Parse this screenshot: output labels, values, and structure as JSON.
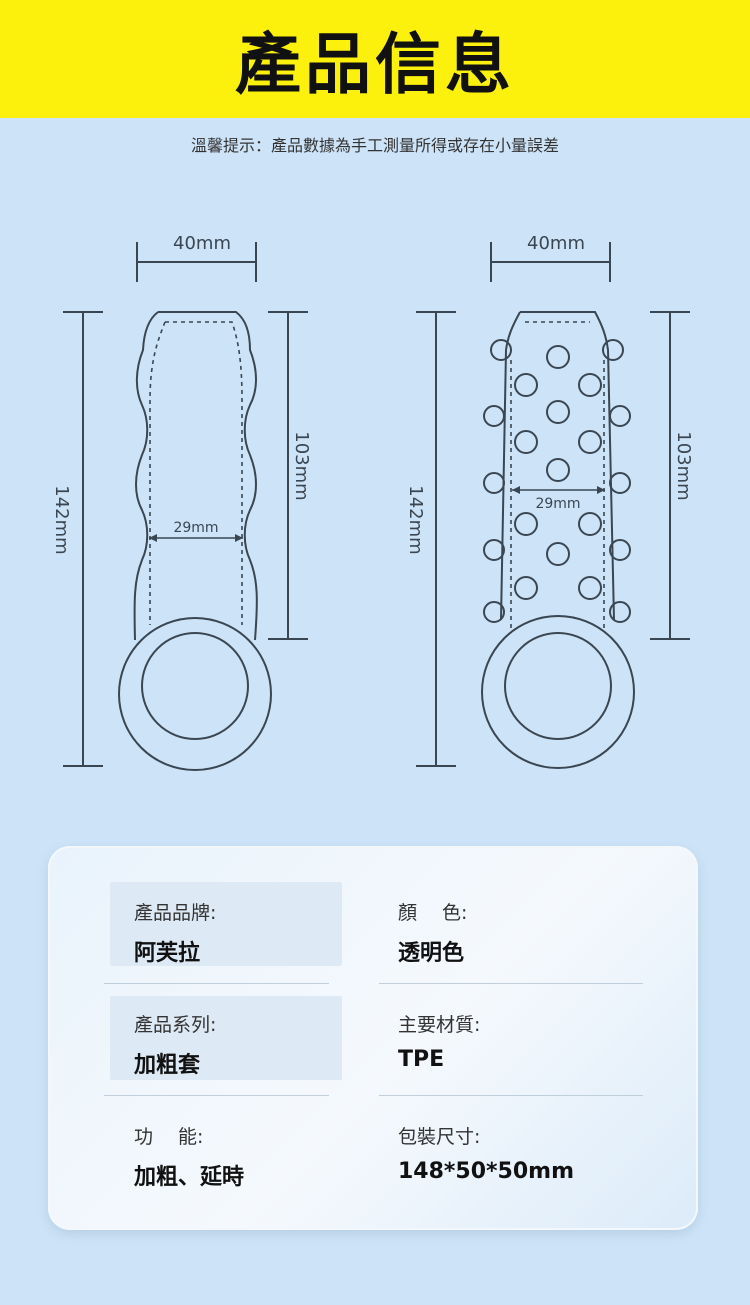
{
  "header": {
    "title": "產品信息"
  },
  "note": "溫馨提示：產品數據為手工測量所得或存在小量誤差",
  "diagram": {
    "left": {
      "width": "40mm",
      "length": "142mm",
      "inner": "103mm",
      "diameter": "29mm"
    },
    "right": {
      "width": "40mm",
      "length": "142mm",
      "inner": "103mm",
      "diameter": "29mm"
    }
  },
  "specs": [
    {
      "label": "產品品牌:",
      "value": "阿芙拉"
    },
    {
      "label": "顏　 色:",
      "value": "透明色"
    },
    {
      "label": "產品系列:",
      "value": "加粗套"
    },
    {
      "label": "主要材質:",
      "value": "TPE"
    },
    {
      "label": "功　 能:",
      "value": "加粗、延時"
    },
    {
      "label": "包裝尺寸:",
      "value": "148*50*50mm"
    }
  ]
}
